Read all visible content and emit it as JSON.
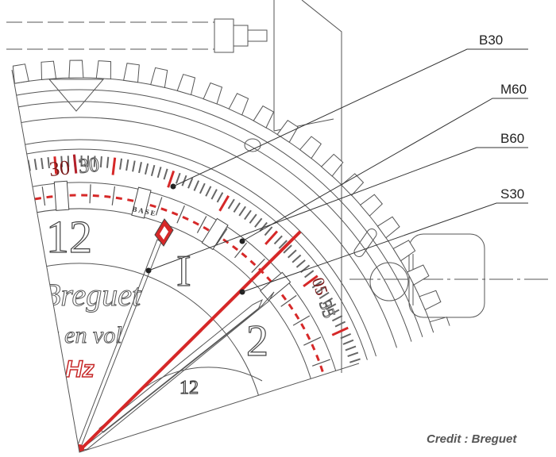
{
  "callouts": [
    {
      "label": "B30"
    },
    {
      "label": "M60"
    },
    {
      "label": "B60"
    },
    {
      "label": "S30"
    }
  ],
  "dial": {
    "scale_left": "30",
    "scale_right": "30",
    "base_label": "BASE",
    "numeral_12": "12",
    "numeral_1": "I",
    "numeral_2": "2",
    "subdial_12": "12",
    "brand": "Breguet",
    "tagline": "r en vol",
    "freq": "Hz",
    "scale2_left": "05",
    "scale2_right": "35"
  },
  "credit": "Credit : Breguet",
  "colors": {
    "accent": "#d62828",
    "line": "#555555"
  }
}
